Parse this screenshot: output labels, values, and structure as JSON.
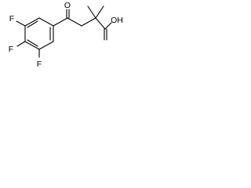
{
  "molecule": {
    "atom_labels": {
      "ketone_oxygen": "O",
      "hydroxyl": "OH",
      "fluorine_top": "F",
      "fluorine_middle": "F",
      "fluorine_bottom": "F"
    }
  },
  "colors": {
    "bond": "#000000",
    "label": "#000000",
    "background": "#ffffff"
  }
}
